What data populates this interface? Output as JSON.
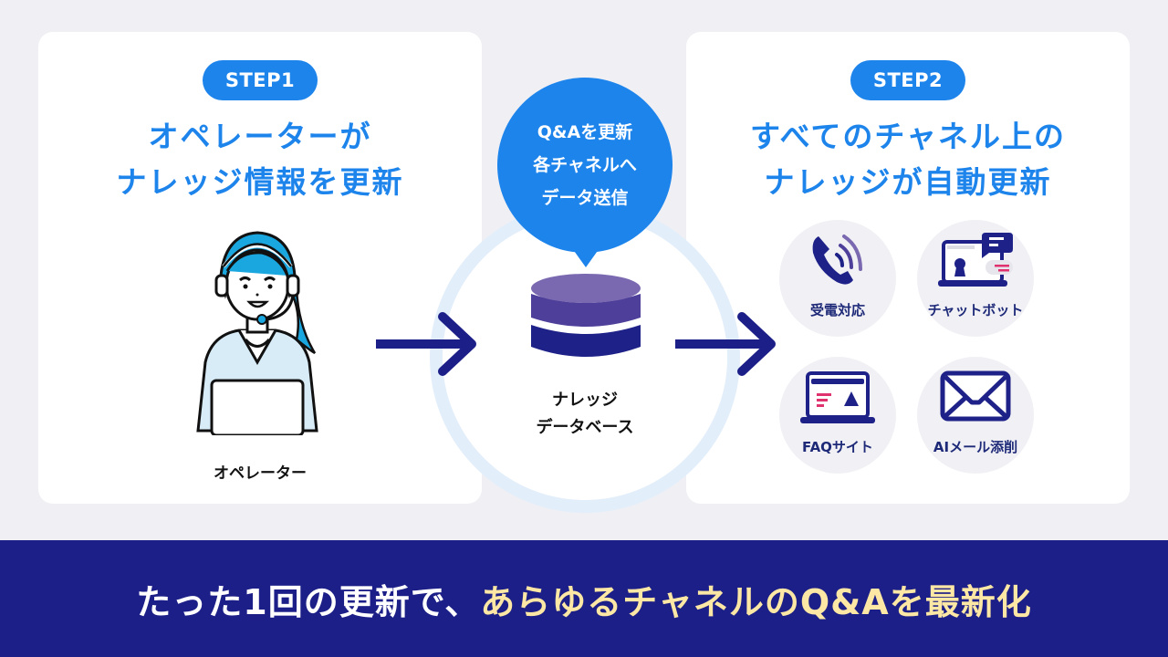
{
  "step1": {
    "badge": "STEP1",
    "title_line1": "オペレーターが",
    "title_line2": "ナレッジ情報を更新",
    "operator_label": "オペレーター"
  },
  "center": {
    "bubble_line1": "Q&Aを更新",
    "bubble_line2": "各チャネルへ",
    "bubble_line3": "データ送信",
    "db_label_line1": "ナレッジ",
    "db_label_line2": "データベース"
  },
  "step2": {
    "badge": "STEP2",
    "title_line1": "すべてのチャネル上の",
    "title_line2": "ナレッジが自動更新",
    "channels": [
      {
        "label": "受電対応",
        "icon": "phone-icon"
      },
      {
        "label": "チャットボット",
        "icon": "chatbot-icon"
      },
      {
        "label": "FAQサイト",
        "icon": "faq-site-icon"
      },
      {
        "label": "AIメール添削",
        "icon": "mail-icon"
      }
    ]
  },
  "banner": {
    "text_white": "たった1回の更新で、",
    "text_highlight": "あらゆるチャネルのQ&Aを最新化"
  },
  "colors": {
    "accent_blue": "#1d84ec",
    "navy": "#1c1f87",
    "highlight_yellow": "#fde7a4",
    "icon_navy": "#1e2a78",
    "pink": "#e0326e"
  }
}
